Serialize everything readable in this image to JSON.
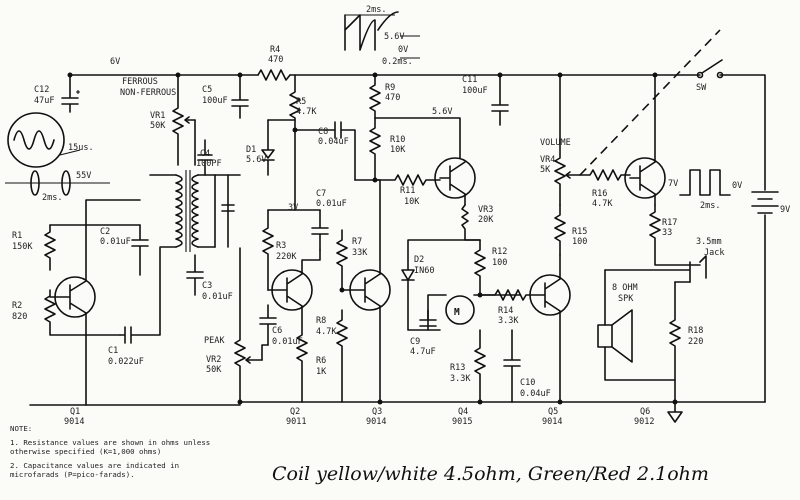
{
  "labels": {
    "r4": "R4",
    "r4v": "470",
    "v6": "6V",
    "c12": "C12",
    "c12v": "47uF",
    "ferrous": "FERROUS",
    "nonferrous": "NON-FERROUS",
    "c5": "C5",
    "c5v": "100uF",
    "vr1": "VR1",
    "vr1v": "50K",
    "c4": "C4",
    "c4v": "100PF",
    "d1": "D1",
    "d1v": "5.6V",
    "r5": "R5",
    "r5v": "4.7K",
    "c8": "C8",
    "c8v": "0.04uF",
    "r9": "R9",
    "r9v": "470",
    "r10": "R10",
    "r10v": "10K",
    "c11": "C11",
    "c11v": "100uF",
    "v56": "5.6V",
    "r11": "R11",
    "r11v": "10K",
    "vr3": "VR3",
    "vr3v": "20K",
    "c7": "C7",
    "c7v": "0.01uF",
    "v3": "3V",
    "r3": "R3",
    "r3v": "220K",
    "r7": "R7",
    "r7v": "33K",
    "d2": "D2",
    "d2v": "IN60",
    "r12": "R12",
    "r12v": "100",
    "motor": "M",
    "r14": "R14",
    "r14v": "3.3K",
    "c9": "C9",
    "c9v": "4.7uF",
    "r13": "R13",
    "r13v": "3.3K",
    "c10": "C10",
    "c10v": "0.04uF",
    "volume": "VOLUME",
    "vr4": "VR4",
    "vr4v": "5K",
    "r16": "R16",
    "r16v": "4.7K",
    "r17": "R17",
    "r17v": "33",
    "r15": "R15",
    "r15v": "100",
    "sw": "SW",
    "bat": "9V",
    "jack1": "3.5mm",
    "jack2": "Jack",
    "spk1": "8 OHM",
    "spk2": "SPK",
    "r18": "R18",
    "r18v": "220",
    "r1": "R1",
    "r1v": "150K",
    "r2": "R2",
    "r2v": "820",
    "c2": "C2",
    "c2v": "0.01uF",
    "c3": "C3",
    "c3v": "0.01uF",
    "c1": "C1",
    "c1v": "0.022uF",
    "peak": "PEAK",
    "vr2": "VR2",
    "vr2v": "50K",
    "c6": "C6",
    "c6v": "0.01uF",
    "r8": "R8",
    "r8v": "4.7K",
    "r6": "R6",
    "r6v": "1K",
    "wf_2ms_top": "2ms.",
    "wf_56v": "5.6V",
    "wf_0v": "0V",
    "wf_02ms": "0.2ms.",
    "wf_15us": "15us.",
    "wf_55v": "55V",
    "wf_2ms_left": "2ms.",
    "wf_7v": "7V",
    "wf_0v_right": "0V",
    "wf_2ms_right": "2ms."
  },
  "transistors": [
    {
      "ref": "Q1",
      "part": "9014"
    },
    {
      "ref": "Q2",
      "part": "9011"
    },
    {
      "ref": "Q3",
      "part": "9014"
    },
    {
      "ref": "Q4",
      "part": "9015"
    },
    {
      "ref": "Q5",
      "part": "9014"
    },
    {
      "ref": "Q6",
      "part": "9012"
    }
  ],
  "notes": {
    "title": "NOTE:",
    "items": [
      "1. Resistance values are shown in ohms unless otherwise specified (K=1,000 ohms)",
      "2. Capacitance values are indicated in microfarads (P=pico-farads)."
    ]
  },
  "handwriting": "Coil yellow/white 4.5ohm, Green/Red 2.1ohm"
}
